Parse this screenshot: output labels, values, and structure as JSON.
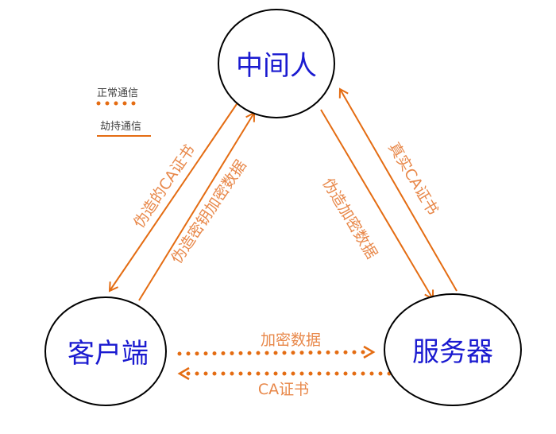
{
  "nodes": {
    "mitm": "中间人",
    "client": "客户端",
    "server": "服务器"
  },
  "legend": {
    "normal": "正常通信",
    "hijack": "劫持通信"
  },
  "edges": {
    "fake_ca": "伪造的CA证书",
    "fake_key_data": "伪造密钥加密数据",
    "fake_encrypted": "伪造加密数据",
    "real_ca": "真实CA证书",
    "encrypted_data": "加密数据",
    "ca_cert": "CA证书"
  },
  "colors": {
    "edge": "#e46c12",
    "label": "#e8884a",
    "node_text": "#1a1ad0"
  }
}
